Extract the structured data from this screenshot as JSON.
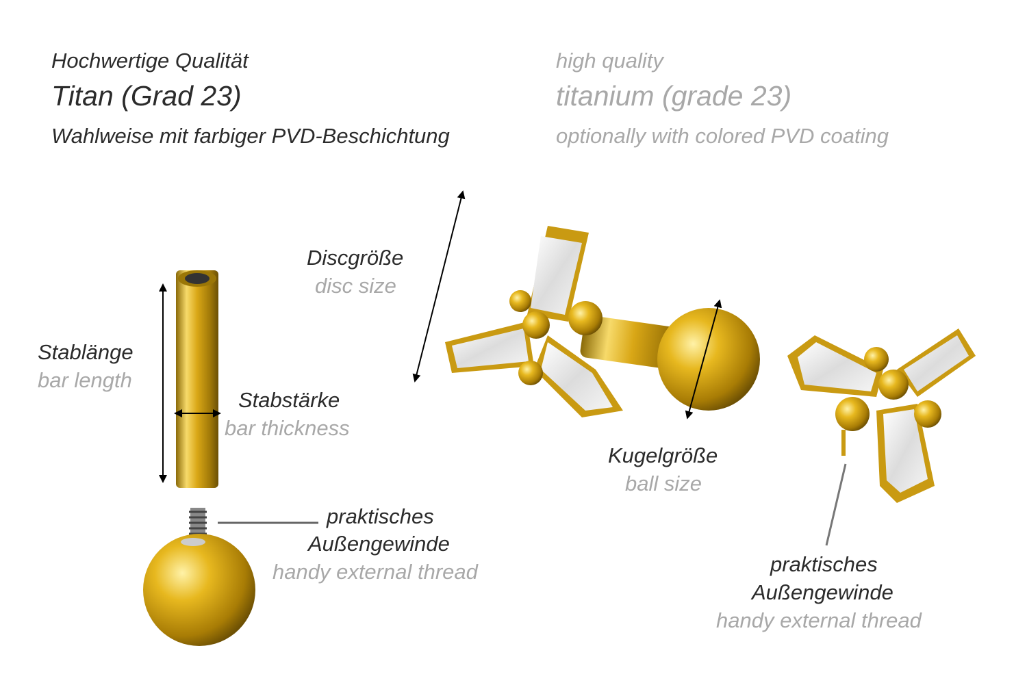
{
  "header": {
    "de": {
      "line1": "Hochwertige Qualität",
      "line2": "Titan (Grad 23)",
      "line3": "Wahlweise mit farbiger PVD-Beschichtung"
    },
    "en": {
      "line1": "high quality",
      "line2": "titanium (grade 23)",
      "line3": "optionally with colored PVD coating"
    }
  },
  "labels": {
    "bar_length": {
      "de": "Stablänge",
      "en": "bar length"
    },
    "bar_thickness": {
      "de": "Stabstärke",
      "en": "bar thickness"
    },
    "disc_size": {
      "de": "Discgröße",
      "en": "disc size"
    },
    "ball_size": {
      "de": "Kugelgröße",
      "en": "ball size"
    },
    "thread_left": {
      "de1": "praktisches",
      "de2": "Außengewinde",
      "en": "handy external thread"
    },
    "thread_right": {
      "de1": "praktisches",
      "de2": "Außengewinde",
      "en": "handy external thread"
    }
  },
  "colors": {
    "text_dark": "#2b2b2b",
    "text_grey": "#a8a8a8",
    "gold": "#e2b41c"
  }
}
